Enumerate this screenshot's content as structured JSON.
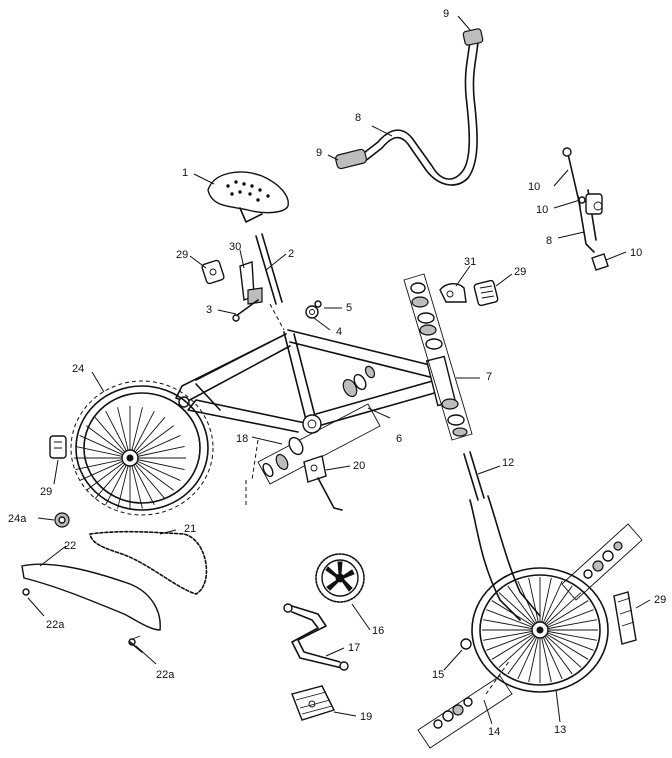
{
  "callouts": {
    "c1": "1",
    "c2": "2",
    "c3": "3",
    "c4": "4",
    "c5": "5",
    "c6": "6",
    "c7": "7",
    "c8a": "8",
    "c8b": "8",
    "c9a": "9",
    "c9b": "9",
    "c10a": "10",
    "c10b": "10",
    "c10c": "10",
    "c12": "12",
    "c13": "13",
    "c14": "14",
    "c15": "15",
    "c16": "16",
    "c17": "17",
    "c18": "18",
    "c19": "19",
    "c20": "20",
    "c21": "21",
    "c22": "22",
    "c22a1": "22a",
    "c22a2": "22a",
    "c24": "24",
    "c24a": "24a",
    "c29a": "29",
    "c29b": "29",
    "c29c": "29",
    "c29d": "29",
    "c30": "30",
    "c31": "31"
  }
}
